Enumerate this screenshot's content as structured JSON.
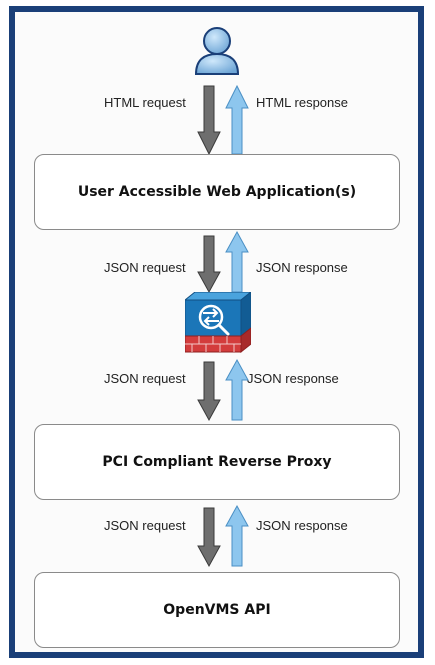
{
  "diagram": {
    "boxes": {
      "web_app": "User Accessible Web Application(s)",
      "reverse_proxy": "PCI Compliant Reverse Proxy",
      "openvms_api": "OpenVMS API"
    },
    "links": [
      {
        "request": "HTML request",
        "response": "HTML response"
      },
      {
        "request": "JSON request",
        "response": "JSON response"
      },
      {
        "request": "JSON request",
        "response": "JSON response"
      },
      {
        "request": "JSON request",
        "response": "JSON response"
      }
    ],
    "icons": {
      "user": "user-icon",
      "firewall": "firewall-icon"
    },
    "colors": {
      "frame_border": "#1a3f78",
      "request_arrow": "#6e6e6e",
      "response_arrow": "#8dc6ee",
      "firewall_blue": "#1b76b8",
      "firewall_brick": "#d33c3c"
    }
  }
}
